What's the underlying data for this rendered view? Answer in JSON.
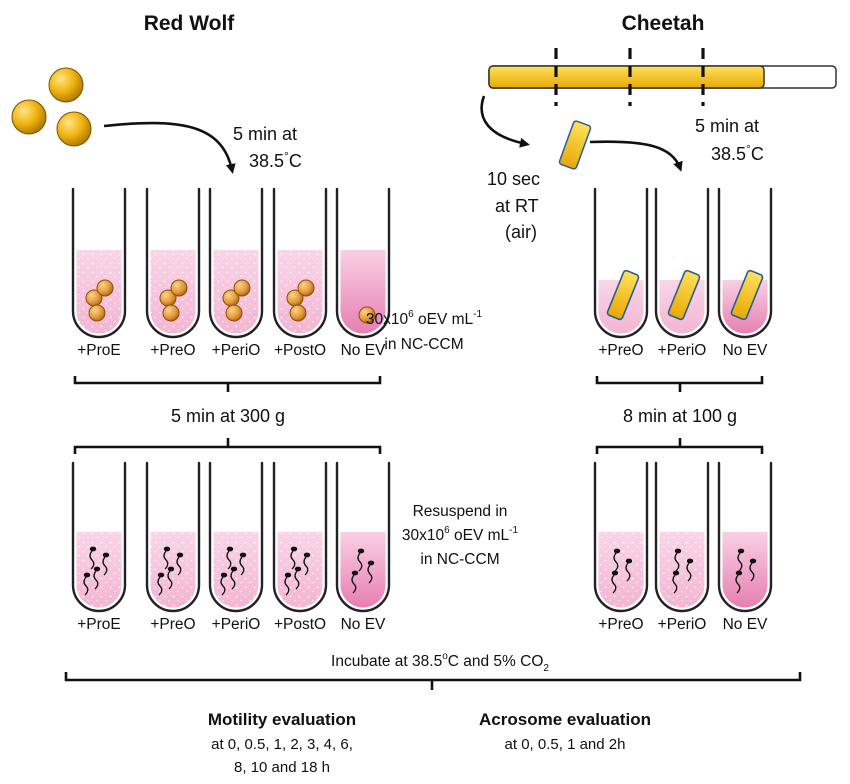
{
  "titles": {
    "left": "Red Wolf",
    "right": "Cheetah"
  },
  "colors": {
    "pink": "#f2b6d4",
    "pink_deep": "#e983b4",
    "yellow": "#f2c21a",
    "oocyte": "#e8a13f",
    "ink": "#111111"
  },
  "left": {
    "step1": {
      "line1": "5 min at",
      "line2_num": "38.5",
      "line2_deg": "°",
      "line2_unit": "C"
    },
    "tubes_row1": [
      "+ProE",
      "+PreO",
      "+PeriO",
      "+PostO",
      "No EV"
    ],
    "spin": "5 min at 300 g",
    "tubes_row2": [
      "+ProE",
      "+PreO",
      "+PeriO",
      "+PostO",
      "No EV"
    ]
  },
  "right": {
    "step0": {
      "line1": "10 sec",
      "line2": "at RT",
      "line3": "(air)"
    },
    "step1": {
      "line1": "5 min at",
      "line2_num": "38.5",
      "line2_deg": "°",
      "line2_unit": "C"
    },
    "tubes_row1": [
      "+PreO",
      "+PeriO",
      "No EV"
    ],
    "spin": "8 min at 100 g",
    "tubes_row2": [
      "+PreO",
      "+PeriO",
      "No EV"
    ]
  },
  "mid1": {
    "a": "30x10",
    "sup": "6",
    "b": " oEV mL",
    "sup2": "-1",
    "line2": "in NC-CCM"
  },
  "mid2": {
    "line1": "Resuspend in",
    "a": "30x10",
    "sup": "6",
    "b": " oEV mL",
    "sup2": "-1",
    "line3": "in NC-CCM"
  },
  "incubate": {
    "a": "Incubate at 38.5",
    "sup": "o",
    "b": "C and 5% CO",
    "sub": "2"
  },
  "motility": {
    "title": "Motility evaluation",
    "line1": "at 0, 0.5, 1, 2, 3, 4, 6,",
    "line2": "8, 10 and 18 h"
  },
  "acrosome": {
    "title": "Acrosome evaluation",
    "line1": "at 0, 0.5, 1 and 2h"
  }
}
